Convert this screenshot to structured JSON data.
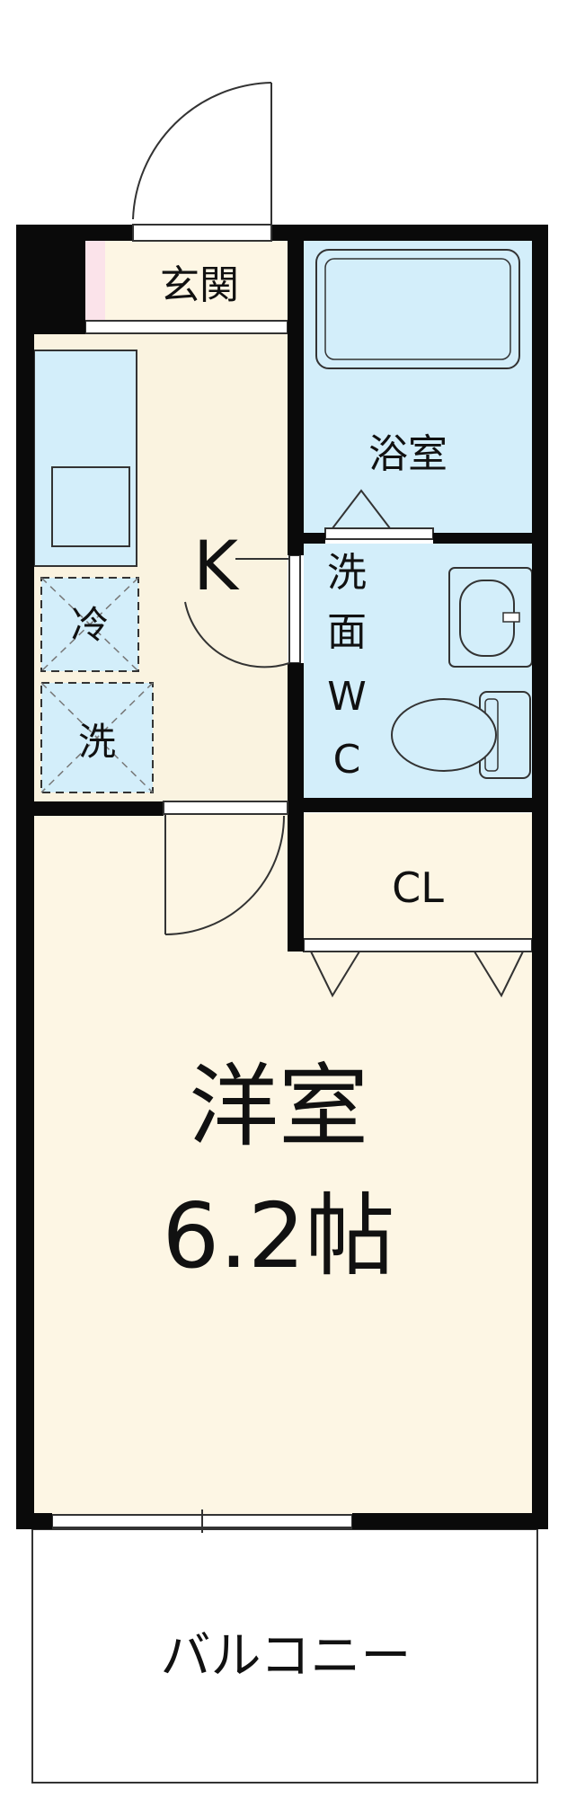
{
  "colors": {
    "wall": "#0a0a0a",
    "kitchen_floor": "#faf3e0",
    "room_floor": "#fdf6e4",
    "wet_area": "#d3eefa",
    "entrance": "#fbe3ea",
    "closet": "#fbe3ea",
    "line": "#333333"
  },
  "rooms": {
    "entrance": "玄関",
    "bath": "浴室",
    "washroom_chars": [
      "洗",
      "面",
      "W",
      "C"
    ],
    "kitchen": "K",
    "fridge": "冷",
    "washer": "洗",
    "closet": "CL",
    "western_room": "洋室",
    "western_room_size": "6.2帖",
    "balcony": "バルコニー"
  }
}
